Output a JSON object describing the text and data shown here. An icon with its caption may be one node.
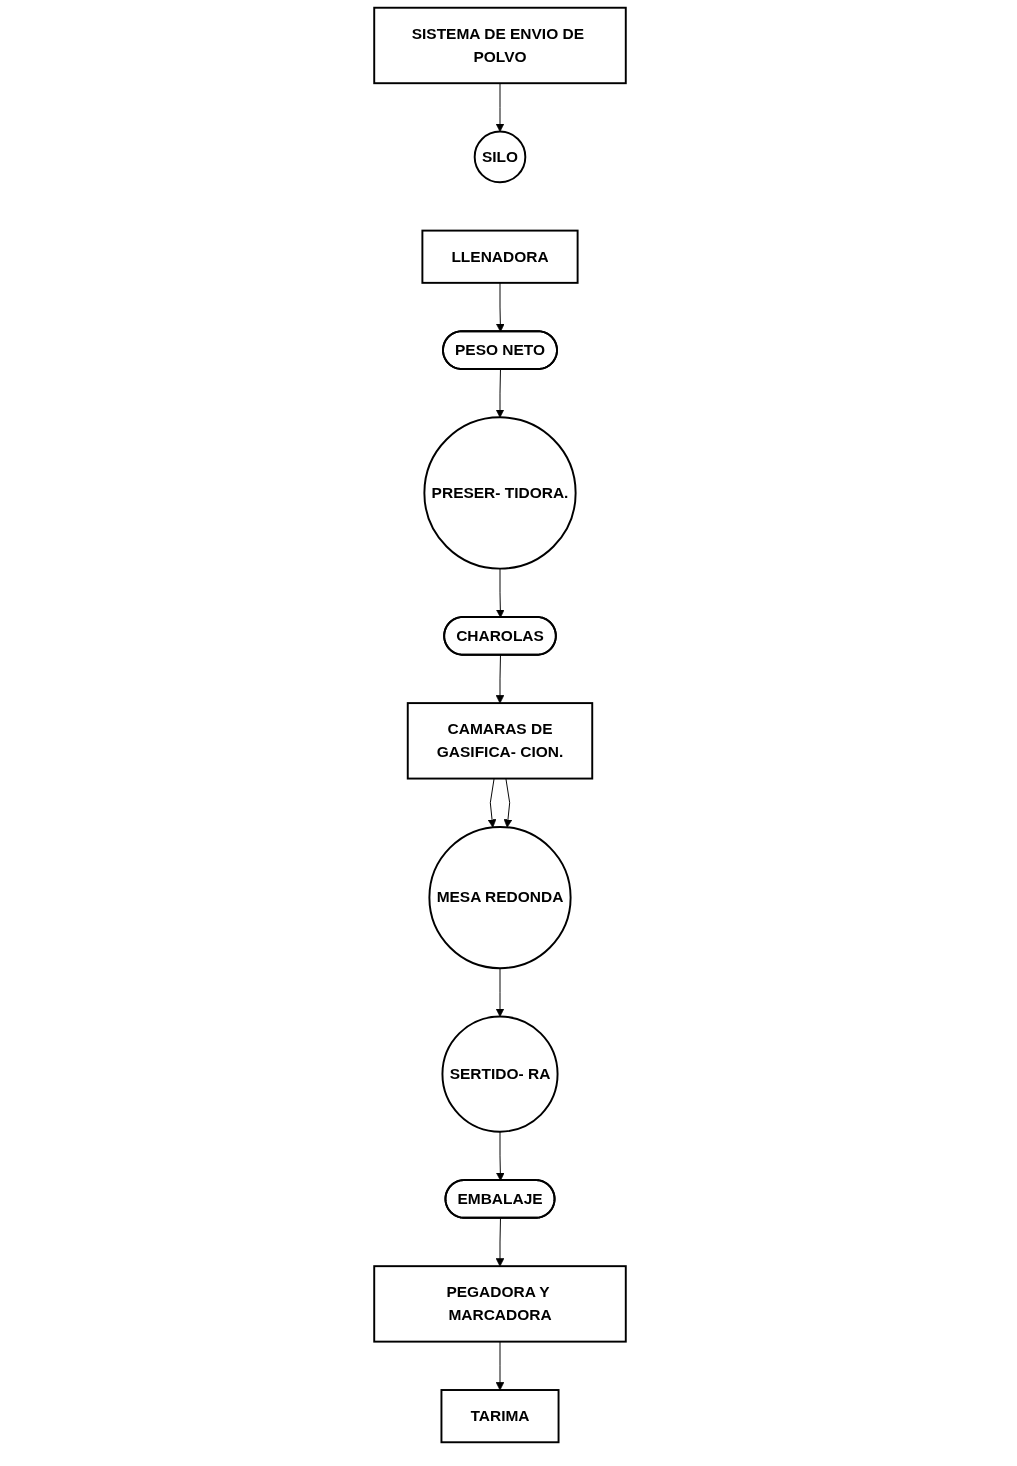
{
  "diagram": {
    "nodes": [
      {
        "text": [
          "SISTEMA DE ENVIO DE POLVO"
        ]
      },
      {
        "text": [
          "SILO"
        ]
      },
      {
        "text": [
          "LLENADORA"
        ]
      },
      {
        "text": [
          "PESO NETO"
        ]
      },
      {
        "text": [
          "PRESER- TIDORA."
        ]
      },
      {
        "text": [
          "CHAROLAS"
        ]
      },
      {
        "text": [
          "CAMARAS DE",
          "GASIFICA- CION."
        ]
      },
      {
        "text": [
          "MESA REDONDA"
        ]
      },
      {
        "text": [
          "SERTIDO- RA"
        ]
      },
      {
        "text": [
          "EMBALAJE"
        ]
      },
      {
        "text": [
          "PEGADORA Y MARCADORA"
        ]
      },
      {
        "text": [
          "TARIMA"
        ]
      }
    ],
    "edges": [
      {
        "from": 0,
        "to": 1,
        "arrow": "to"
      },
      {
        "from": 2,
        "to": 3,
        "arrow": "to"
      },
      {
        "from": 3,
        "to": 4,
        "arrow": "to"
      },
      {
        "from": 4,
        "to": 5,
        "arrow": "to"
      },
      {
        "from": 5,
        "to": 6,
        "arrow": "to"
      },
      {
        "from": 6,
        "to": 7,
        "arrow": "to"
      },
      {
        "from": 6,
        "to": 7,
        "arrow": "to"
      },
      {
        "from": 7,
        "to": 8,
        "arrow": "to"
      },
      {
        "from": 8,
        "to": 9,
        "arrow": "to"
      },
      {
        "from": 9,
        "to": 10,
        "arrow": "to"
      },
      {
        "from": 10,
        "to": 11,
        "arrow": "to"
      }
    ]
  }
}
